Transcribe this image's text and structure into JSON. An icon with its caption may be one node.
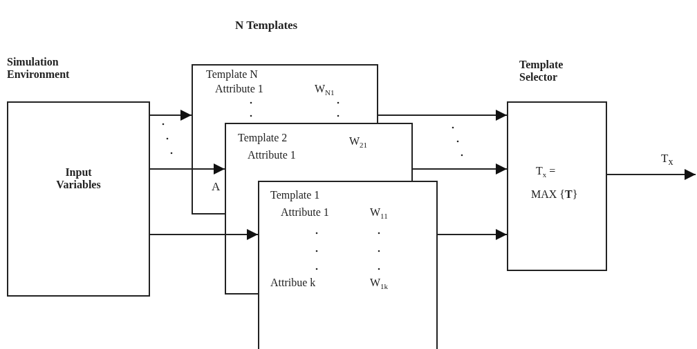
{
  "diagram": {
    "nodes": [
      {
        "text": [
          "Simulation Environment",
          "Input Variables"
        ]
      },
      {
        "text": [
          "Template N",
          "Attribute 1",
          "W$_{N1}$"
        ]
      },
      {
        "text": [
          "Template 2",
          "Attribute 1",
          "W$_{21}$"
        ]
      },
      {
        "text": [
          "Template 1",
          "Attribute 1",
          "W$_{11}$",
          "Attribue k",
          "W$_{1k}$"
        ]
      },
      {
        "text": [
          "Template Selector",
          "T$_{x}$ =",
          "MAX {**T**}"
        ]
      }
    ],
    "edges": [
      {
        "from": 0,
        "to": 1,
        "arrow": "to"
      },
      {
        "from": 0,
        "to": 2,
        "arrow": "to"
      },
      {
        "from": 0,
        "to": 3,
        "arrow": "to"
      },
      {
        "from": 1,
        "to": 4,
        "arrow": "to"
      },
      {
        "from": 2,
        "to": 4,
        "arrow": "to"
      },
      {
        "from": 3,
        "to": 4,
        "arrow": "to"
      },
      {
        "from": 4,
        "to": null,
        "arrow": "to",
        "label": "T$_{x}$"
      }
    ],
    "labels": [
      "N Templates",
      "A"
    ]
  }
}
